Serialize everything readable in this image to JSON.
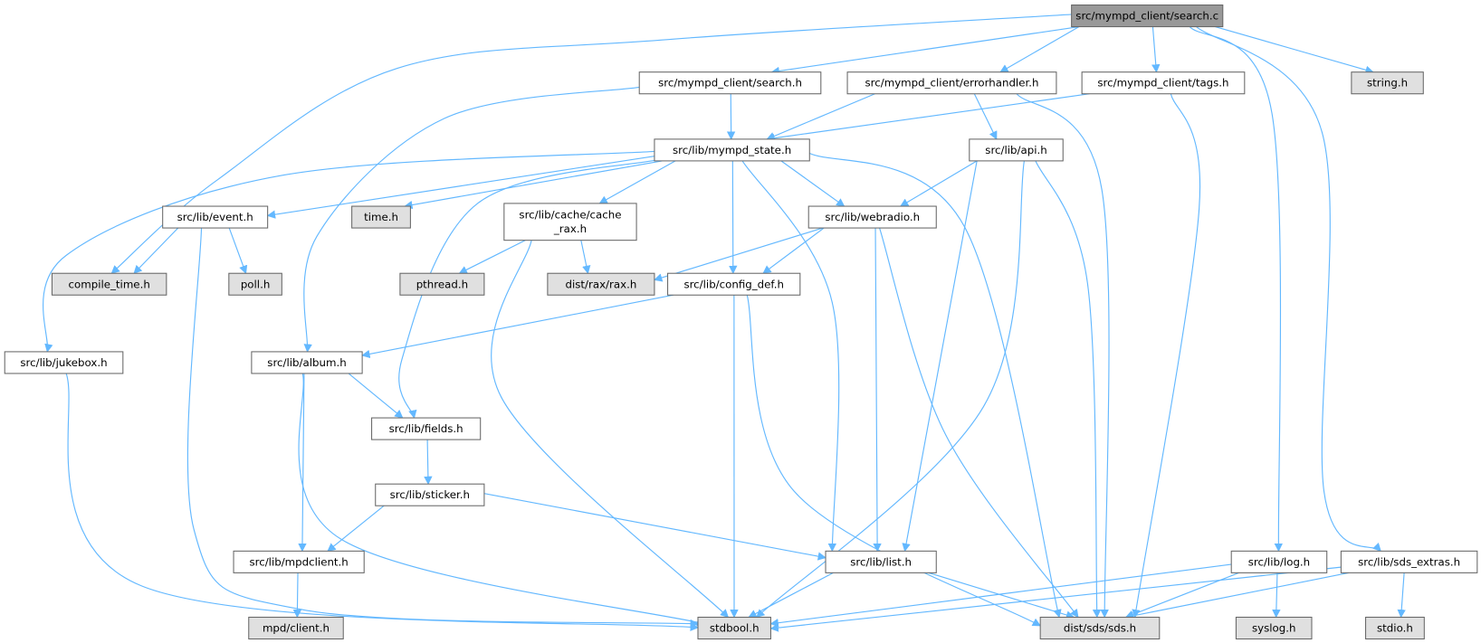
{
  "diagram": {
    "type": "include-dependency-graph",
    "colors": {
      "edge": "#63b8ff",
      "root_fill": "#999999",
      "node_fill": "#ffffff",
      "external_fill": "#e0e0e0",
      "border": "#666666"
    },
    "nodes": [
      {
        "id": "search_c",
        "label": [
          "src/mympd_client/search.c"
        ],
        "kind": "root"
      },
      {
        "id": "search_h",
        "label": [
          "src/mympd_client/search.h"
        ],
        "kind": "internal"
      },
      {
        "id": "errorhandler_h",
        "label": [
          "src/mympd_client/errorhandler.h"
        ],
        "kind": "internal"
      },
      {
        "id": "tags_h",
        "label": [
          "src/mympd_client/tags.h"
        ],
        "kind": "internal"
      },
      {
        "id": "string_h",
        "label": [
          "string.h"
        ],
        "kind": "external"
      },
      {
        "id": "mympd_state_h",
        "label": [
          "src/lib/mympd_state.h"
        ],
        "kind": "internal"
      },
      {
        "id": "api_h",
        "label": [
          "src/lib/api.h"
        ],
        "kind": "internal"
      },
      {
        "id": "event_h",
        "label": [
          "src/lib/event.h"
        ],
        "kind": "internal"
      },
      {
        "id": "time_h",
        "label": [
          "time.h"
        ],
        "kind": "external"
      },
      {
        "id": "cache_rax_h",
        "label": [
          "src/lib/cache/cache",
          "_rax.h"
        ],
        "kind": "internal"
      },
      {
        "id": "webradio_h",
        "label": [
          "src/lib/webradio.h"
        ],
        "kind": "internal"
      },
      {
        "id": "compile_time_h",
        "label": [
          "compile_time.h"
        ],
        "kind": "external"
      },
      {
        "id": "poll_h",
        "label": [
          "poll.h"
        ],
        "kind": "external"
      },
      {
        "id": "pthread_h",
        "label": [
          "pthread.h"
        ],
        "kind": "external"
      },
      {
        "id": "rax_h",
        "label": [
          "dist/rax/rax.h"
        ],
        "kind": "external"
      },
      {
        "id": "config_def_h",
        "label": [
          "src/lib/config_def.h"
        ],
        "kind": "internal"
      },
      {
        "id": "jukebox_h",
        "label": [
          "src/lib/jukebox.h"
        ],
        "kind": "internal"
      },
      {
        "id": "album_h",
        "label": [
          "src/lib/album.h"
        ],
        "kind": "internal"
      },
      {
        "id": "fields_h",
        "label": [
          "src/lib/fields.h"
        ],
        "kind": "internal"
      },
      {
        "id": "sticker_h",
        "label": [
          "src/lib/sticker.h"
        ],
        "kind": "internal"
      },
      {
        "id": "mpdclient_h",
        "label": [
          "src/lib/mpdclient.h"
        ],
        "kind": "internal"
      },
      {
        "id": "list_h",
        "label": [
          "src/lib/list.h"
        ],
        "kind": "internal"
      },
      {
        "id": "log_h",
        "label": [
          "src/lib/log.h"
        ],
        "kind": "internal"
      },
      {
        "id": "sds_extras_h",
        "label": [
          "src/lib/sds_extras.h"
        ],
        "kind": "internal"
      },
      {
        "id": "mpd_client_h",
        "label": [
          "mpd/client.h"
        ],
        "kind": "external"
      },
      {
        "id": "stdbool_h",
        "label": [
          "stdbool.h"
        ],
        "kind": "external"
      },
      {
        "id": "sds_h",
        "label": [
          "dist/sds/sds.h"
        ],
        "kind": "external"
      },
      {
        "id": "syslog_h",
        "label": [
          "syslog.h"
        ],
        "kind": "external"
      },
      {
        "id": "stdio_h",
        "label": [
          "stdio.h"
        ],
        "kind": "external"
      }
    ],
    "edges": [
      [
        "search_c",
        "compile_time_h"
      ],
      [
        "search_c",
        "search_h"
      ],
      [
        "search_c",
        "errorhandler_h"
      ],
      [
        "search_c",
        "tags_h"
      ],
      [
        "search_c",
        "string_h"
      ],
      [
        "search_c",
        "log_h"
      ],
      [
        "search_c",
        "sds_extras_h"
      ],
      [
        "search_h",
        "mympd_state_h"
      ],
      [
        "search_h",
        "album_h"
      ],
      [
        "errorhandler_h",
        "mympd_state_h"
      ],
      [
        "errorhandler_h",
        "api_h"
      ],
      [
        "errorhandler_h",
        "sds_h"
      ],
      [
        "tags_h",
        "mympd_state_h"
      ],
      [
        "tags_h",
        "sds_h"
      ],
      [
        "mympd_state_h",
        "jukebox_h"
      ],
      [
        "mympd_state_h",
        "event_h"
      ],
      [
        "mympd_state_h",
        "time_h"
      ],
      [
        "mympd_state_h",
        "cache_rax_h"
      ],
      [
        "mympd_state_h",
        "fields_h"
      ],
      [
        "mympd_state_h",
        "config_def_h"
      ],
      [
        "mympd_state_h",
        "list_h"
      ],
      [
        "mympd_state_h",
        "webradio_h"
      ],
      [
        "mympd_state_h",
        "sds_h"
      ],
      [
        "api_h",
        "webradio_h"
      ],
      [
        "api_h",
        "list_h"
      ],
      [
        "api_h",
        "sds_h"
      ],
      [
        "api_h",
        "stdbool_h"
      ],
      [
        "event_h",
        "compile_time_h"
      ],
      [
        "event_h",
        "poll_h"
      ],
      [
        "event_h",
        "stdbool_h"
      ],
      [
        "cache_rax_h",
        "pthread_h"
      ],
      [
        "cache_rax_h",
        "rax_h"
      ],
      [
        "cache_rax_h",
        "stdbool_h"
      ],
      [
        "webradio_h",
        "rax_h"
      ],
      [
        "webradio_h",
        "config_def_h"
      ],
      [
        "webradio_h",
        "list_h"
      ],
      [
        "webradio_h",
        "sds_h"
      ],
      [
        "config_def_h",
        "album_h"
      ],
      [
        "config_def_h",
        "stdbool_h"
      ],
      [
        "config_def_h",
        "sds_h"
      ],
      [
        "jukebox_h",
        "stdbool_h"
      ],
      [
        "album_h",
        "fields_h"
      ],
      [
        "album_h",
        "mpdclient_h"
      ],
      [
        "album_h",
        "stdbool_h"
      ],
      [
        "fields_h",
        "sticker_h"
      ],
      [
        "sticker_h",
        "mpdclient_h"
      ],
      [
        "sticker_h",
        "list_h"
      ],
      [
        "mpdclient_h",
        "mpd_client_h"
      ],
      [
        "list_h",
        "stdbool_h"
      ],
      [
        "list_h",
        "sds_h"
      ],
      [
        "log_h",
        "stdbool_h"
      ],
      [
        "log_h",
        "sds_h"
      ],
      [
        "log_h",
        "syslog_h"
      ],
      [
        "sds_extras_h",
        "stdbool_h"
      ],
      [
        "sds_extras_h",
        "sds_h"
      ],
      [
        "sds_extras_h",
        "stdio_h"
      ]
    ]
  }
}
